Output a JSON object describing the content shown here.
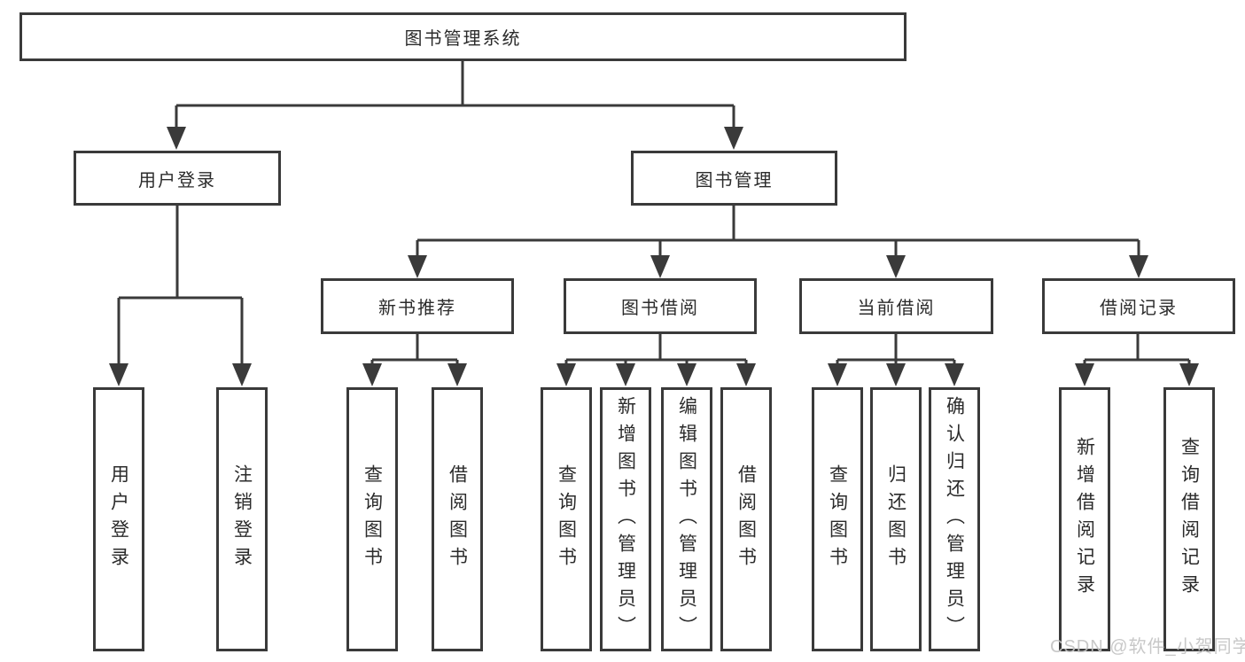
{
  "colors": {
    "line": "#3a3a3a",
    "box_border": "#3a3a3a",
    "box_background": "#ffffff",
    "text": "#2b2b2b",
    "watermark": "#c3c3c3"
  },
  "diagram": {
    "root": {
      "label": "图书管理系统"
    },
    "branches": [
      {
        "label": "用户登录",
        "children": [
          {
            "label": "用户登录"
          },
          {
            "label": "注销登录"
          }
        ]
      },
      {
        "label": "图书管理",
        "children": [
          {
            "label": "新书推荐",
            "children": [
              {
                "label": "查询图书"
              },
              {
                "label": "借阅图书"
              }
            ]
          },
          {
            "label": "图书借阅",
            "children": [
              {
                "label": "查询图书"
              },
              {
                "label": "新增图书（管理员）"
              },
              {
                "label": "编辑图书（管理员）"
              },
              {
                "label": "借阅图书"
              }
            ]
          },
          {
            "label": "当前借阅",
            "children": [
              {
                "label": "查询图书"
              },
              {
                "label": "归还图书"
              },
              {
                "label": "确认归还（管理员）"
              }
            ]
          },
          {
            "label": "借阅记录",
            "children": [
              {
                "label": "新增借阅记录"
              },
              {
                "label": "查询借阅记录"
              }
            ]
          }
        ]
      }
    ]
  },
  "watermark": {
    "text": "CSDN @软件_小贺同学"
  }
}
